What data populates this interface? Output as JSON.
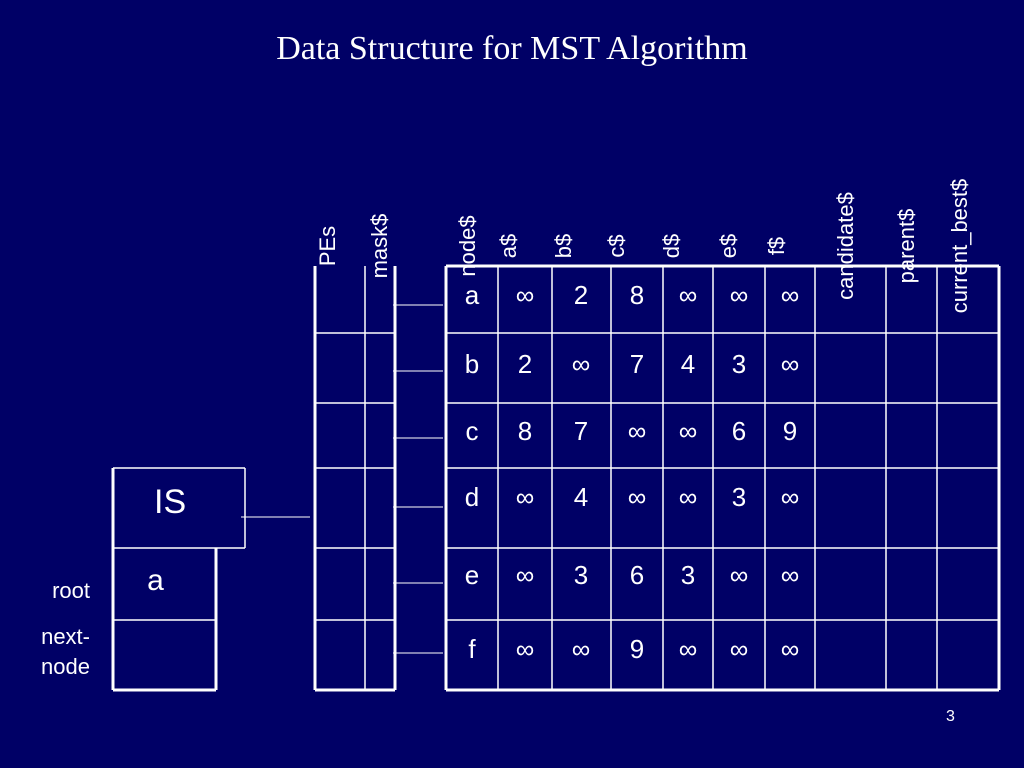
{
  "title": "Data Structure for MST Algorithm",
  "column_headers": {
    "pes": "PEs",
    "mask": "mask$",
    "node": "node$",
    "a": "a$",
    "b": "b$",
    "c": "c$",
    "d": "d$",
    "e": "e$",
    "f": "f$",
    "candidate": "candidate$",
    "parent": "parent$",
    "current_best": "current_best$"
  },
  "rows": [
    {
      "node": "a",
      "values": [
        "∞",
        "2",
        "8",
        "∞",
        "∞",
        "∞"
      ]
    },
    {
      "node": "b",
      "values": [
        "2",
        "∞",
        "7",
        "4",
        "3",
        "∞"
      ]
    },
    {
      "node": "c",
      "values": [
        "8",
        "7",
        "∞",
        "∞",
        "6",
        "9"
      ]
    },
    {
      "node": "d",
      "values": [
        "∞",
        "4",
        "∞",
        "∞",
        "3",
        "∞"
      ]
    },
    {
      "node": "e",
      "values": [
        "∞",
        "3",
        "6",
        "3",
        "∞",
        "∞"
      ]
    },
    {
      "node": "f",
      "values": [
        "∞",
        "∞",
        "9",
        "∞",
        "∞",
        "∞"
      ]
    }
  ],
  "is_box": {
    "label": "IS",
    "root_value": "a",
    "root_label": "root",
    "next_node_label": "next-\nnode"
  },
  "page_number": "3",
  "colors": {
    "background": "#000066",
    "foreground": "#ffffff"
  }
}
